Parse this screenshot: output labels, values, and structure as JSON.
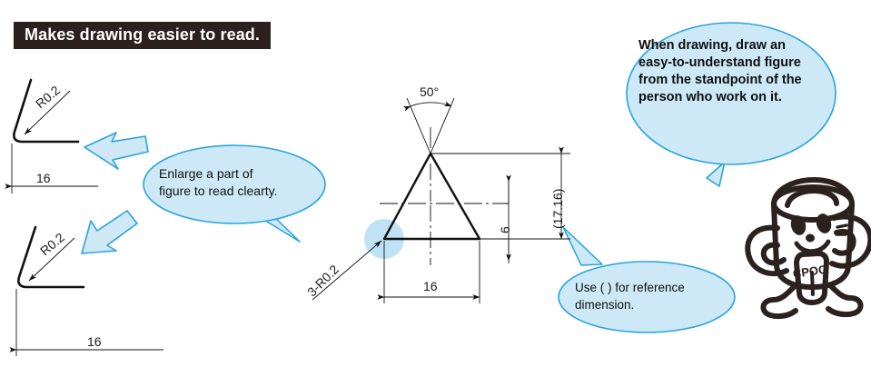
{
  "banner": {
    "title": "Makes drawing easier to read."
  },
  "colors": {
    "banner_bg": "#2b211e",
    "banner_text": "#ffffff",
    "bubble_fill": "#cde9f7",
    "bubble_stroke": "#29a3dc",
    "arrow_fill": "#cfe8f6",
    "arrow_stroke": "#29a3dc",
    "highlight_circle": "#bfe2f4",
    "line": "#111111",
    "mascot": "#2b211e",
    "page_bg": "#ffffff"
  },
  "figures": {
    "top_left": {
      "name": "rounded-corner-detail-top",
      "radius_label": "R0.2",
      "dimension_label": "16"
    },
    "bottom_left": {
      "name": "rounded-corner-detail-bottom",
      "radius_label": "R0.2",
      "dimension_label": "16"
    },
    "triangle": {
      "name": "triangle-profile",
      "angle_label": "50°",
      "base_label": "16",
      "height_small_label": "6",
      "reference_height_label": "(17.16)",
      "corner_radius_label": "3-R0.2"
    }
  },
  "callouts": {
    "enlarge": {
      "text": "Enlarge a part of\nfigure to read clearty."
    },
    "main": {
      "text": "When drawing, draw an\neasy-to-understand figure\nfrom the standpoint of the\nperson who work on it."
    },
    "reference": {
      "text": "Use ( ) for reference\ndimension."
    }
  },
  "mascot": {
    "name": "cpoc-mascot",
    "body_label": "CPOC"
  }
}
